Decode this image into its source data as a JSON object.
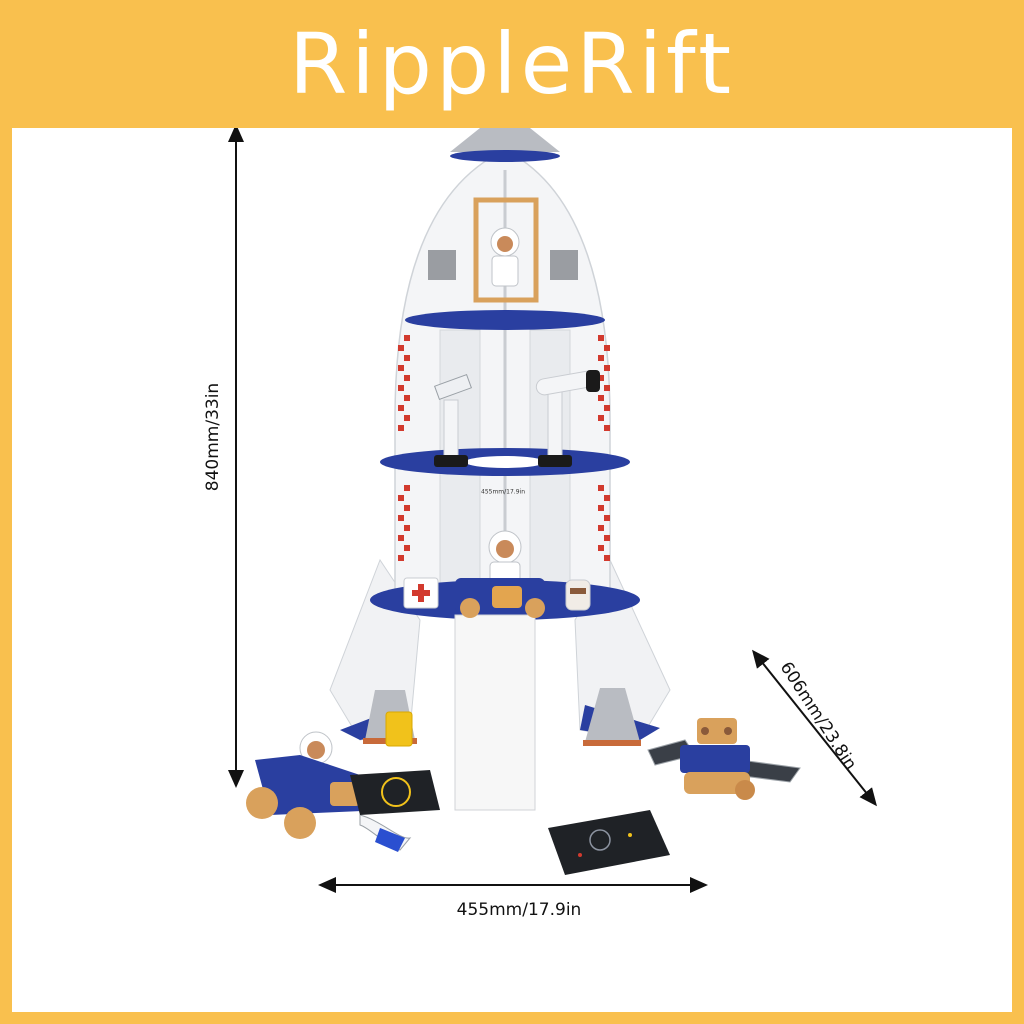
{
  "brand": {
    "name": "RippleRift",
    "color": "#F9C04E"
  },
  "dimensions": {
    "height_label": "840mm/33in",
    "width_label": "455mm/17.9in",
    "depth_label": "606mm/23.8in",
    "inner_width_label": "455mm/17.9in"
  },
  "product": {
    "icons": [
      "rocket-toy-icon",
      "astronaut-figure-icon",
      "rover-icon",
      "satellite-rover-icon",
      "telescope-icon",
      "first-aid-kit-icon",
      "space-mat-icon"
    ]
  }
}
